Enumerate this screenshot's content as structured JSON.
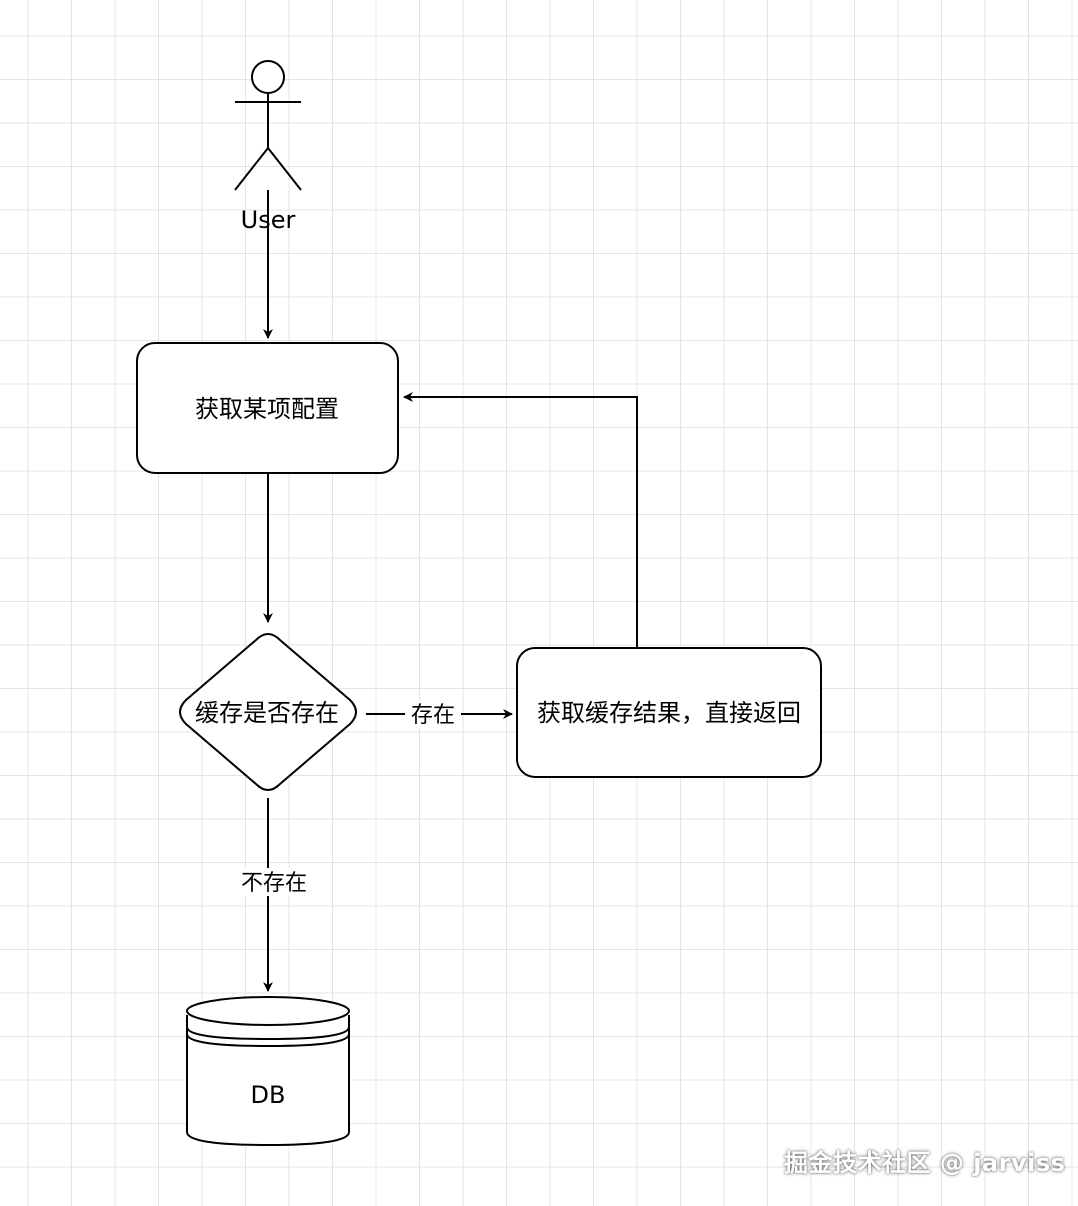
{
  "diagram": {
    "actor": {
      "label": "User"
    },
    "step_get_config": {
      "label": "获取某项配置"
    },
    "decision_cache": {
      "label": "缓存是否存在"
    },
    "step_cache_result": {
      "label": "获取缓存结果，直接返回"
    },
    "datastore": {
      "label": "DB"
    },
    "edges": {
      "exists_label": "存在",
      "not_exists_label": "不存在"
    }
  },
  "watermark": {
    "text": "掘金技术社区 @ jarviss"
  }
}
